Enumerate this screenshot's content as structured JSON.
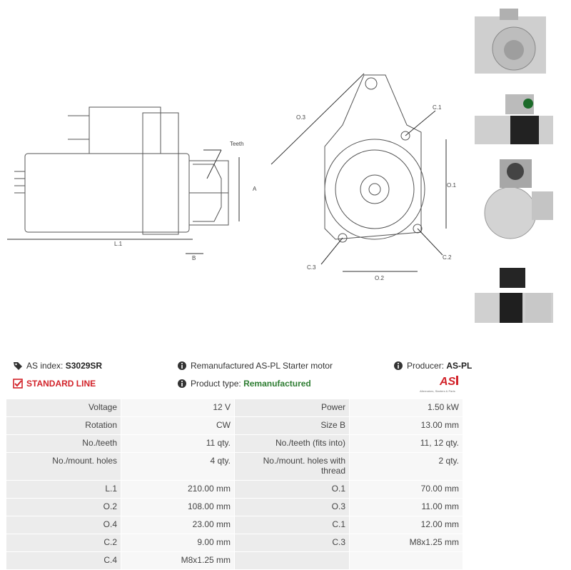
{
  "diagram": {
    "labels": {
      "teeth": "Teeth",
      "a": "A",
      "l1": "L.1",
      "b": "B",
      "o3": "O.3",
      "c1": "C.1",
      "o1": "O.1",
      "c3": "C.3",
      "c2": "C.2",
      "o2": "O.2"
    }
  },
  "photos": [
    "starter-front-view",
    "starter-side-view-top",
    "starter-rear-view",
    "starter-side-view-bottom"
  ],
  "info": {
    "as_index_label": "AS index:",
    "as_index_value": "S3029SR",
    "standard_line": "STANDARD LINE",
    "description": "Remanufactured AS-PL Starter motor",
    "product_type_label": "Product type:",
    "product_type_value": "Remanufactured",
    "producer_label": "Producer:",
    "producer_value": "AS-PL",
    "logo_text": "AS",
    "logo_tagline": "Alternators, Starters & Parts"
  },
  "specs": [
    {
      "l1": "Voltage",
      "v1": "12 V",
      "l2": "Power",
      "v2": "1.50 kW"
    },
    {
      "l1": "Rotation",
      "v1": "CW",
      "l2": "Size B",
      "v2": "13.00 mm"
    },
    {
      "l1": "No./teeth",
      "v1": "11 qty.",
      "l2": "No./teeth (fits into)",
      "v2": "11, 12 qty."
    },
    {
      "l1": "No./mount. holes",
      "v1": "4 qty.",
      "l2": "No./mount. holes with thread",
      "v2": "2 qty."
    },
    {
      "l1": "L.1",
      "v1": "210.00 mm",
      "l2": "O.1",
      "v2": "70.00 mm"
    },
    {
      "l1": "O.2",
      "v1": "108.00 mm",
      "l2": "O.3",
      "v2": "11.00 mm"
    },
    {
      "l1": "O.4",
      "v1": "23.00 mm",
      "l2": "C.1",
      "v2": "12.00 mm"
    },
    {
      "l1": "C.2",
      "v1": "9.00 mm",
      "l2": "C.3",
      "v2": "M8x1.25 mm"
    },
    {
      "l1": "C.4",
      "v1": "M8x1.25 mm",
      "l2": "",
      "v2": ""
    }
  ],
  "colors": {
    "accent_red": "#d2232a",
    "green": "#2e7d32",
    "label_bg": "#ececec",
    "value_bg": "#f7f7f7"
  }
}
